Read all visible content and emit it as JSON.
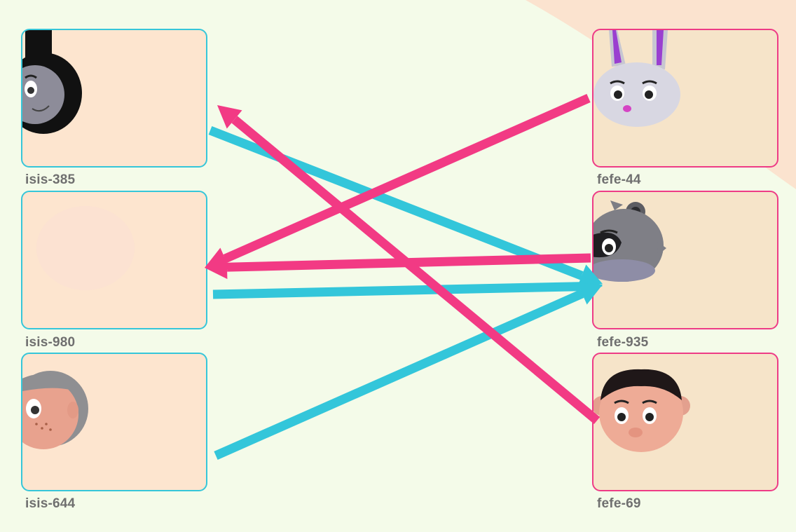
{
  "nodes": {
    "left": [
      {
        "id": "isis-385",
        "label": "isis-385",
        "avatar": "black-top-hat-gray-face"
      },
      {
        "id": "isis-980",
        "label": "isis-980",
        "avatar": "faded-blank"
      },
      {
        "id": "isis-644",
        "label": "isis-644",
        "avatar": "freckled-boy-gray-hair"
      }
    ],
    "right": [
      {
        "id": "fefe-44",
        "label": "fefe-44",
        "avatar": "purple-ear-bunny"
      },
      {
        "id": "fefe-935",
        "label": "fefe-935",
        "avatar": "raccoon"
      },
      {
        "id": "fefe-69",
        "label": "fefe-69",
        "avatar": "black-hair-boy"
      }
    ]
  },
  "edges": [
    {
      "from": "isis-385",
      "to": "fefe-935",
      "color": "#33c6da"
    },
    {
      "from": "isis-980",
      "to": "fefe-935",
      "color": "#33c6da"
    },
    {
      "from": "isis-644",
      "to": "fefe-935",
      "color": "#33c6da"
    },
    {
      "from": "fefe-44",
      "to": "isis-980",
      "color": "#f23a84"
    },
    {
      "from": "fefe-935",
      "to": "isis-980",
      "color": "#f23a84"
    },
    {
      "from": "fefe-69",
      "to": "isis-385",
      "color": "#f23a84"
    }
  ],
  "colors": {
    "background": "#f4fbe9",
    "left_border": "#36c6d9",
    "right_border": "#ee3b86",
    "label": "#6f6f6f"
  }
}
